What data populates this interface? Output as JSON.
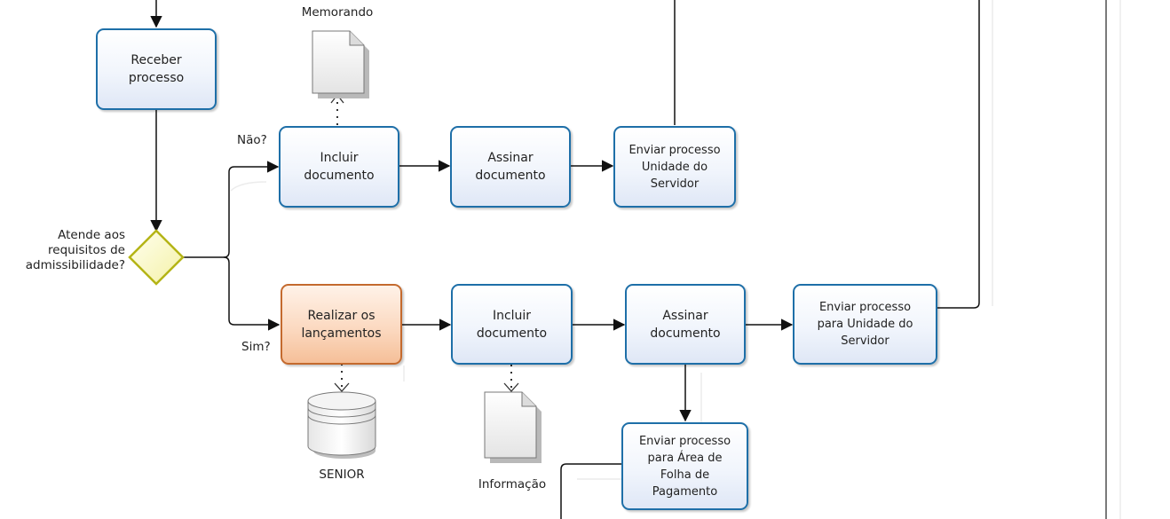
{
  "tasks": {
    "receber": "Receber\nprocesso",
    "incluir_top": "Incluir\ndocumento",
    "assinar_top": "Assinar\ndocumento",
    "enviar_top": "Enviar processo\nUnidade do\nServidor",
    "realizar": "Realizar os\nlançamentos",
    "incluir_bottom": "Incluir\ndocumento",
    "assinar_bottom": "Assinar\ndocumento",
    "enviar_bottom": "Enviar processo\npara Unidade do\nServidor",
    "enviar_folha": "Enviar processo\npara Área de\nFolha de\nPagamento"
  },
  "labels": {
    "gateway_question": "Atende aos\nrequisitos de\nadmissibilidade?",
    "nao": "Não?",
    "sim": "Sim?",
    "memorando": "Memorando",
    "senior": "SENIOR",
    "informacao": "Informação"
  },
  "colors": {
    "task_border": "#1e6fa8",
    "highlight_border": "#c46a2e",
    "gateway_fill": "#fdfbc8",
    "gateway_border": "#b4b416",
    "line": "#222222"
  },
  "icons": {
    "gateway": "exclusive-gateway-diamond",
    "document": "document-page-icon",
    "database": "data-store-cylinder-icon"
  }
}
